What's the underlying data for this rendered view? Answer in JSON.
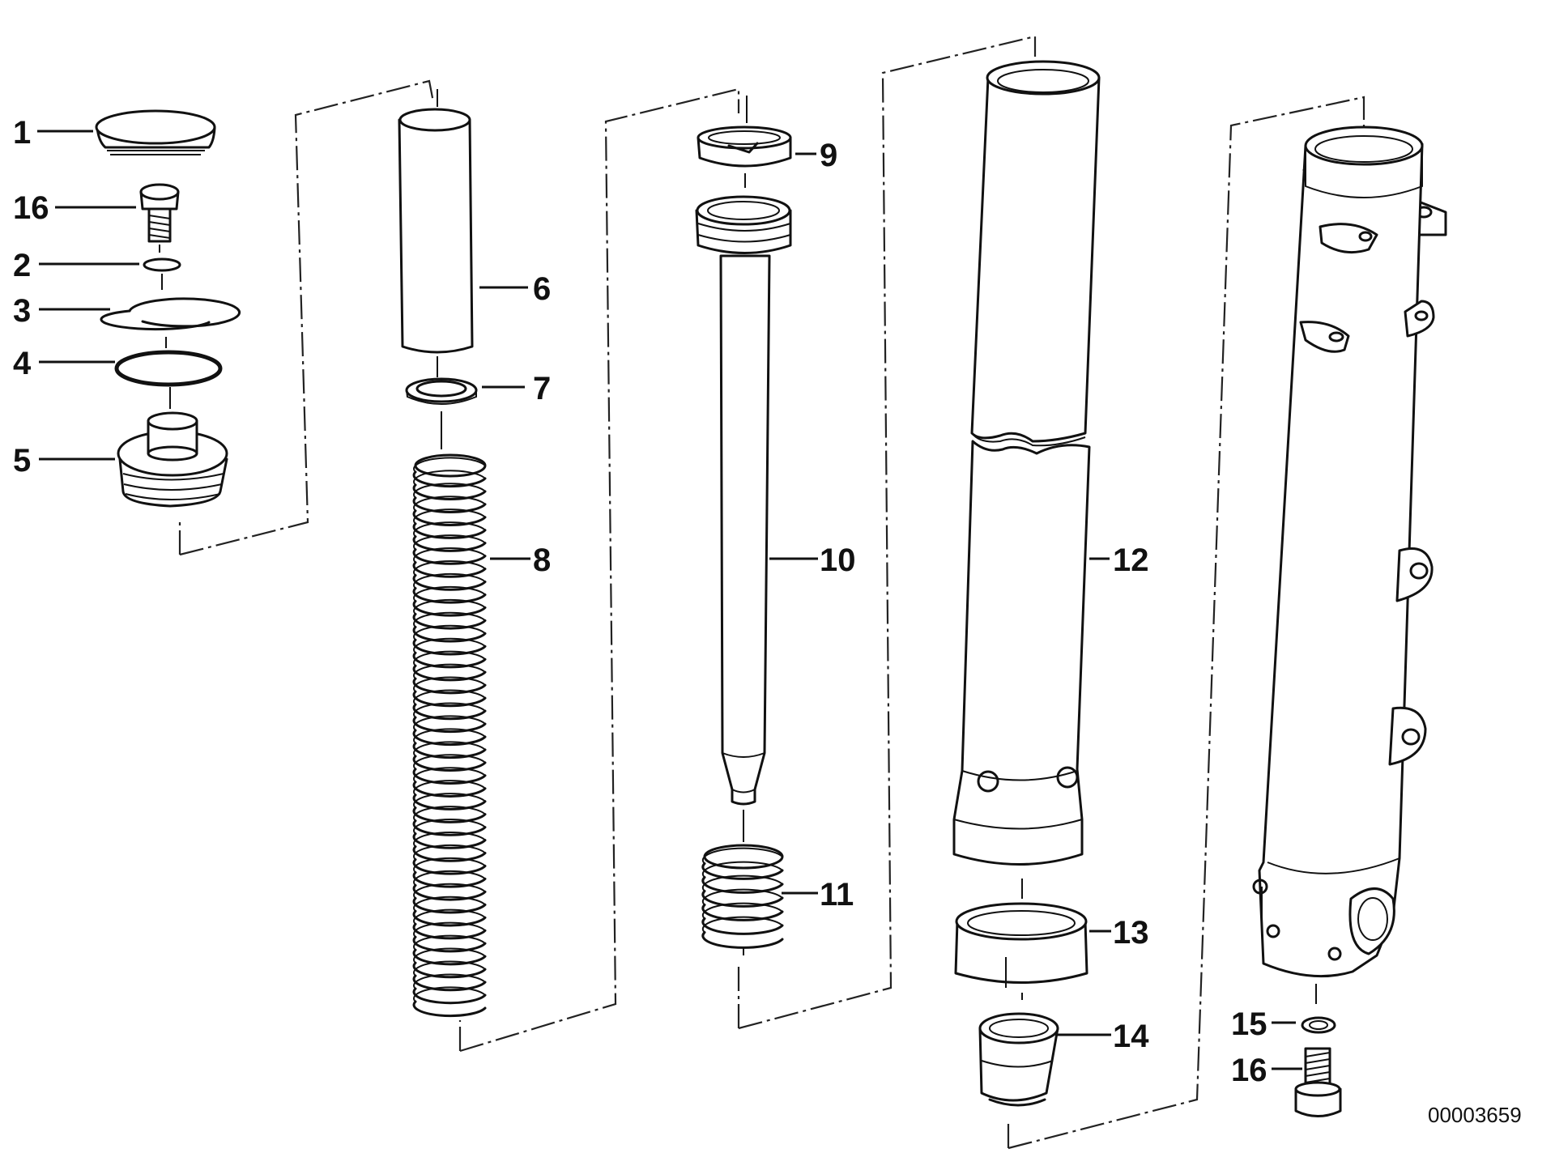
{
  "diagram": {
    "part_labels": {
      "p1": "1",
      "p16a": "16",
      "p2": "2",
      "p3": "3",
      "p4": "4",
      "p5": "5",
      "p6": "6",
      "p7": "7",
      "p8": "8",
      "p9": "9",
      "p10": "10",
      "p11": "11",
      "p12": "12",
      "p13": "13",
      "p14": "14",
      "p15": "15",
      "p16b": "16"
    },
    "drawing_number": "00003659"
  }
}
